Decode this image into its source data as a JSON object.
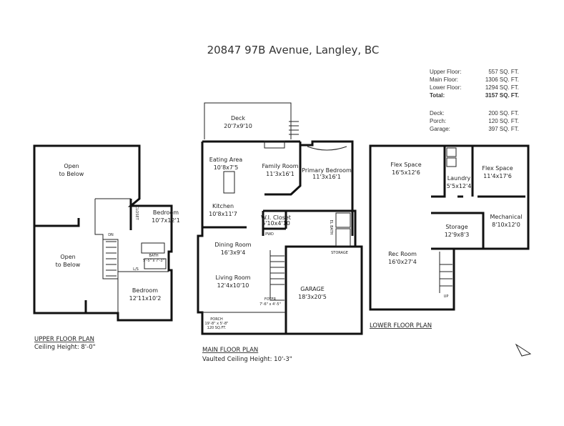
{
  "title": "20847 97B Avenue, Langley, BC",
  "areas": [
    {
      "label": "Upper Floor:",
      "value": "557 SQ. FT.",
      "bold": false
    },
    {
      "label": "Main Floor:",
      "value": "1306 SQ. FT.",
      "bold": false
    },
    {
      "label": "Lower Floor:",
      "value": "1294 SQ. FT.",
      "bold": false
    },
    {
      "label": "Total:",
      "value": "3157 SQ. FT.",
      "bold": true
    },
    {
      "label": "Deck:",
      "value": "200 SQ. FT.",
      "bold": false
    },
    {
      "label": "Porch:",
      "value": "120 SQ. FT.",
      "bold": false
    },
    {
      "label": "Garage:",
      "value": "397 SQ. FT.",
      "bold": false
    }
  ],
  "upper": {
    "plan_title": "UPPER FLOOR PLAN",
    "ceiling": "Ceiling Height: 8'-0\"",
    "rooms": [
      {
        "name": "Open",
        "dims": "to Below"
      },
      {
        "name": "Open",
        "dims": "to Below"
      },
      {
        "name": "Bedroom",
        "dims": "10'7x12'1"
      },
      {
        "name": "Bedroom",
        "dims": "12'11x10'2"
      },
      {
        "name": "BATH",
        "dims": "5'-5\" x 7'-3\""
      }
    ],
    "closet": "CLOSET",
    "linen": "L/S",
    "stair": "DN"
  },
  "main": {
    "plan_title": "MAIN FLOOR PLAN",
    "ceiling": "Vaulted Ceiling Height: 10'-3\"",
    "rooms": [
      {
        "name": "Deck",
        "dims": "20'7x9'10"
      },
      {
        "name": "Eating Area",
        "dims": "10'8x7'5"
      },
      {
        "name": "Family Room",
        "dims": "11'3x16'1"
      },
      {
        "name": "Primary Bedroom",
        "dims": "11'3x16'1"
      },
      {
        "name": "Kitchen",
        "dims": "10'8x11'7"
      },
      {
        "name": "W.I. Closet",
        "dims": "6'10x4'10"
      },
      {
        "name": "Dining Room",
        "dims": "16'3x9'4"
      },
      {
        "name": "Living Room",
        "dims": "12'4x10'10"
      },
      {
        "name": "GARAGE",
        "dims": "18'3x20'5"
      },
      {
        "name": "FOYER",
        "dims": "7'-6\" x 4'-5\""
      },
      {
        "name": "PORCH",
        "dims": "19'-8\" x 5'-8\""
      }
    ],
    "porch_area": "120 SQ.FT.",
    "pwd": "PWD",
    "bath": "EL BATH",
    "storage": "STORAGE"
  },
  "lower": {
    "plan_title": "LOWER FLOOR PLAN",
    "rooms": [
      {
        "name": "Flex Space",
        "dims": "16'5x12'6"
      },
      {
        "name": "Laundry",
        "dims": "5'5x12'4"
      },
      {
        "name": "Flex Space",
        "dims": "11'4x17'6"
      },
      {
        "name": "Mechanical",
        "dims": "8'10x12'0"
      },
      {
        "name": "Storage",
        "dims": "12'9x8'3"
      },
      {
        "name": "Rec Room",
        "dims": "16'0x27'4"
      }
    ],
    "stair": "UP"
  }
}
